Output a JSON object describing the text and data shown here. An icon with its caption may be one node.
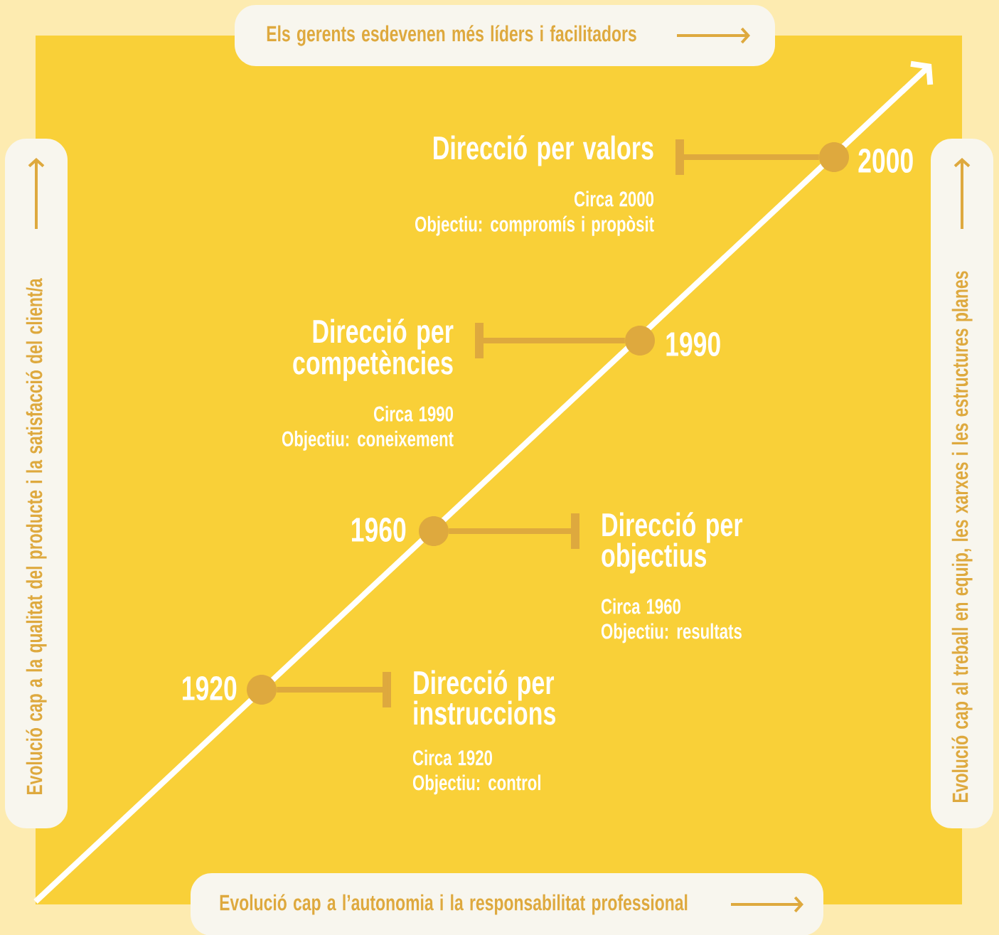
{
  "diagram": {
    "nodes": [
      {
        "text": [
          "Els gerents esdevenen més líders i facilitadors"
        ]
      },
      {
        "text": [
          "Evolució cap a la qualitat del producte i la satisfacció del client/a"
        ]
      },
      {
        "text": [
          "Evolució cap al treball en equip, les xarxes i les estructures planes"
        ]
      },
      {
        "text": [
          "Direcció per valors",
          "Circa 2000",
          "Objectiu: compromís i propòsit"
        ]
      },
      {
        "text": [],
        "shape": "circle",
        "beside": [
          "2000"
        ]
      },
      {
        "text": [
          "Direcció per competències",
          "Circa 1990",
          "Objectiu: coneixement"
        ]
      },
      {
        "text": [],
        "shape": "circle",
        "beside": [
          "1990"
        ]
      },
      {
        "text": [],
        "shape": "circle",
        "beside": [
          "1960"
        ]
      },
      {
        "text": [
          "Direcció per objectius",
          "Circa 1960",
          "Objectiu: resultats"
        ]
      },
      {
        "text": [],
        "shape": "circle",
        "beside": [
          "1920"
        ]
      },
      {
        "text": [
          "Direcció per instruccions",
          "Circa 1920",
          "Objectiu: control"
        ]
      },
      {
        "text": [
          "Evolució cap a l’autonomia i la responsabilitat professional"
        ]
      }
    ],
    "edges": [
      {
        "from": 4,
        "to": 3,
        "arrow": "other"
      },
      {
        "from": 6,
        "to": 5,
        "arrow": "other"
      },
      {
        "from": 7,
        "to": 8,
        "arrow": "other"
      },
      {
        "from": 9,
        "to": 10,
        "arrow": "other"
      }
    ]
  }
}
